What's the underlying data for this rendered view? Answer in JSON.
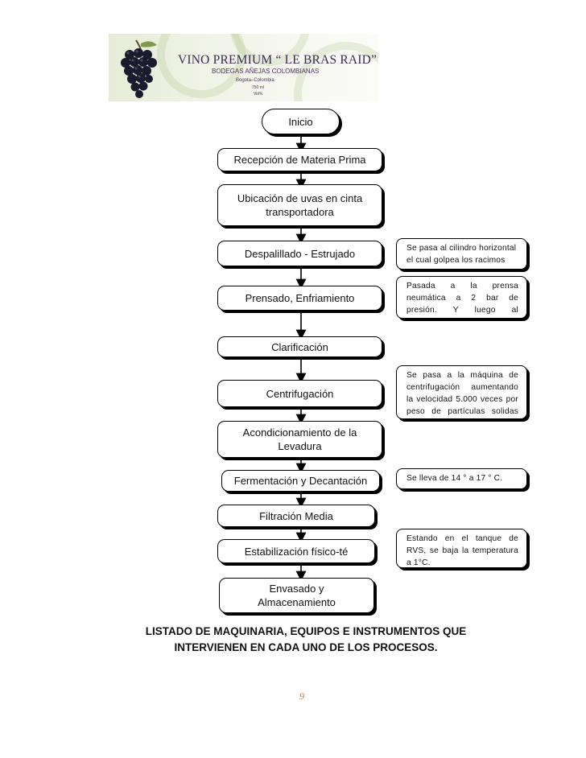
{
  "banner": {
    "title": "VINO PREMIUM “ LE BRAS RAID”",
    "subtitle": "BODEGAS AÑEJAS COLOMBIANAS",
    "city": "Bogota–Colombia",
    "volume": "750 ml",
    "alcohol": "Vol%"
  },
  "flow": {
    "steps": [
      "Inicio",
      "Recepción de Materia Prima",
      "Ubicación de uvas en cinta transportadora",
      "Despalillado - Estrujado",
      "Prensado, Enfriamiento",
      "Clarificación",
      "Centrifugación",
      "Acondicionamiento de la Levadura",
      "Fermentación y Decantación",
      "Filtración Media",
      "Estabilización físico-té",
      "Envasado y Almacenamiento"
    ],
    "step_lines": {
      "ubicacion": [
        "Ubicación de uvas en cinta",
        "transportadora"
      ],
      "acondicionamiento": [
        "Acondicionamiento de la",
        "Levadura"
      ],
      "envasado": [
        "Envasado y",
        "Almacenamiento"
      ]
    },
    "notes": {
      "despalillado": [
        "Se pasa al cilindro horizontal",
        "el cual golpea los racimos"
      ],
      "prensado": [
        "Pasada a la prensa",
        "neumática a 2 bar de",
        "presión. Y luego al"
      ],
      "centrifugacion": [
        "Se pasa a la máquina de",
        "centrifugación aumentando",
        "la velocidad 5.000 veces por",
        "peso de partículas solidas"
      ],
      "fermentacion": [
        "Se lleva de 14 ° a 17 ° C."
      ],
      "estabilizacion": [
        "Estando en el tanque de",
        "RVS, se baja la temperatura",
        "a 1°C."
      ]
    }
  },
  "footer": {
    "title_line1": "LISTADO DE MAQUINARIA, EQUIPOS E INSTRUMENTOS QUE",
    "title_line2": "INTERVIENEN EN CADA UNO DE LOS PROCESOS.",
    "page_number": "9"
  }
}
